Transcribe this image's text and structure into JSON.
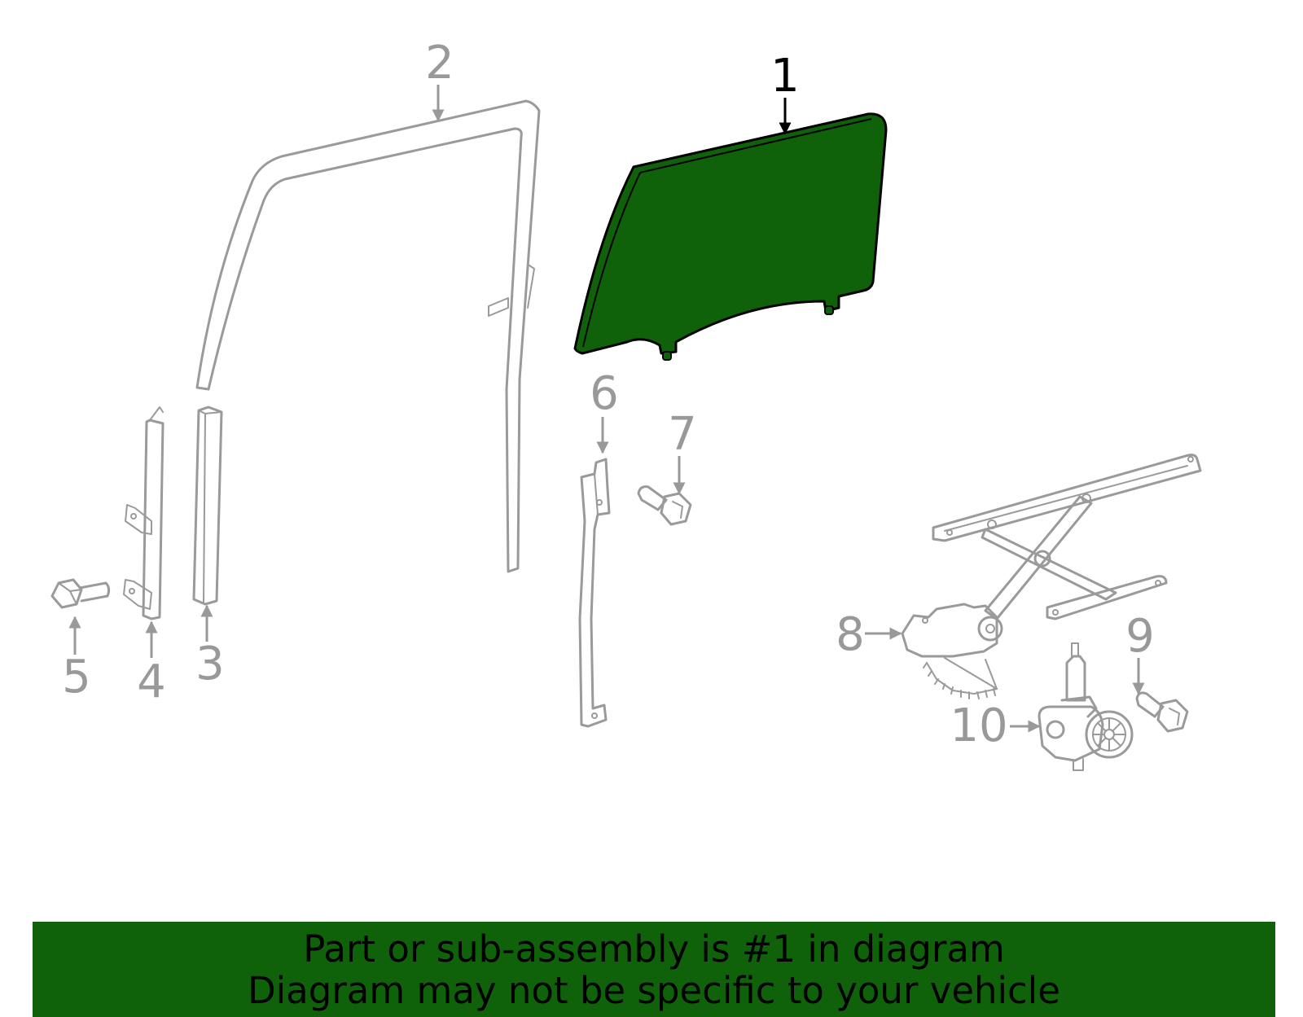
{
  "callouts": {
    "c1": "1",
    "c2": "2",
    "c3": "3",
    "c4": "4",
    "c5": "5",
    "c6": "6",
    "c7": "7",
    "c8": "8",
    "c9": "9",
    "c10": "10"
  },
  "colors": {
    "highlight": "#10620a",
    "part_stroke": "#9a9a9a",
    "callout_inactive": "#999999",
    "callout_active": "#000000"
  },
  "footer": {
    "line1": "Part or sub-assembly is #1 in diagram",
    "line2": "Diagram may not be specific to your vehicle"
  }
}
